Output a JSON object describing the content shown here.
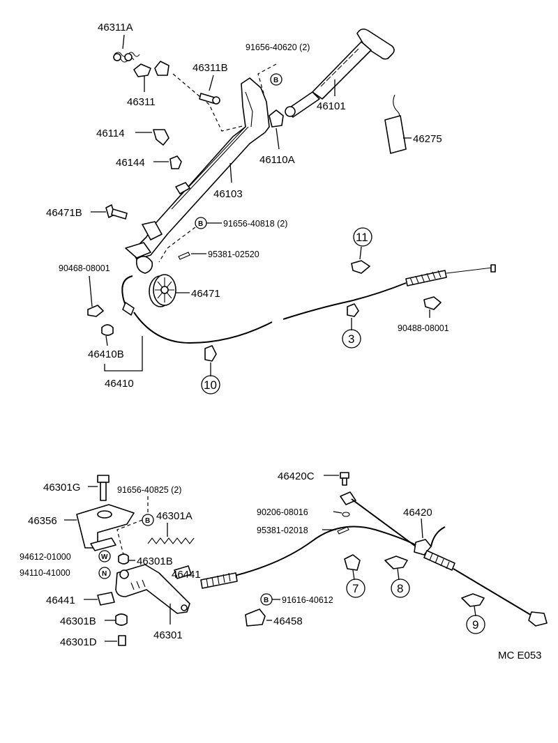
{
  "labels": {
    "p46311A": "46311A",
    "p46311": "46311",
    "p46311B": "46311B",
    "p91656_40620": "91656-40620 (2)",
    "p46101": "46101",
    "p46275": "46275",
    "p46114": "46114",
    "p46144": "46144",
    "p46110A": "46110A",
    "p46103": "46103",
    "p46471B": "46471B",
    "p91656_40818": "91656-40818 (2)",
    "p95381_02520": "95381-02520",
    "p90468_08001": "90468-08001",
    "p46471": "46471",
    "p90488_08001": "90488-08001",
    "p46410B": "46410B",
    "p46410": "46410",
    "p46301G": "46301G",
    "p91656_40825": "91656-40825 (2)",
    "p46356": "46356",
    "p46301A": "46301A",
    "p94612_01000": "94612-01000",
    "p46301B_upper": "46301B",
    "p94110_41000": "94110-41000",
    "p46441_left": "46441",
    "p46441_right": "46441",
    "p46301B_lower": "46301B",
    "p46301": "46301",
    "p46301D": "46301D",
    "p46420C": "46420C",
    "p90206_08016": "90206-08016",
    "p95381_02018": "95381-02018",
    "p46420": "46420",
    "p91616_40612": "91616-40612",
    "p46458": "46458"
  },
  "callouts": {
    "c11": "11",
    "c3": "3",
    "c10": "10",
    "c7": "7",
    "c8": "8",
    "c9": "9"
  },
  "symbols": {
    "b1": "B",
    "b2": "B",
    "b3": "B",
    "b4": "B",
    "w": "W",
    "n": "N"
  },
  "footer": {
    "code": "MC  E053"
  }
}
